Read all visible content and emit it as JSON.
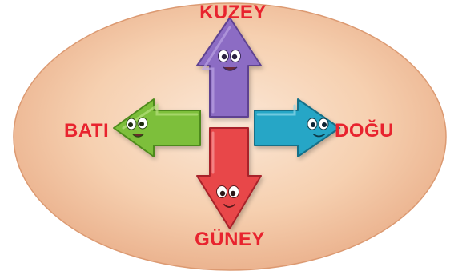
{
  "directions": {
    "north": {
      "label": "KUZEY",
      "color": "#8c6cc4"
    },
    "south": {
      "label": "GÜNEY",
      "color": "#e8464a"
    },
    "west": {
      "label": "BATI",
      "color": "#7dbf3a"
    },
    "east": {
      "label": "DOĞU",
      "color": "#25a6c6"
    }
  },
  "colors": {
    "label": "#e8232e",
    "ellipse_fill": "#f4c8a4",
    "ellipse_edge": "#e0a27c"
  }
}
